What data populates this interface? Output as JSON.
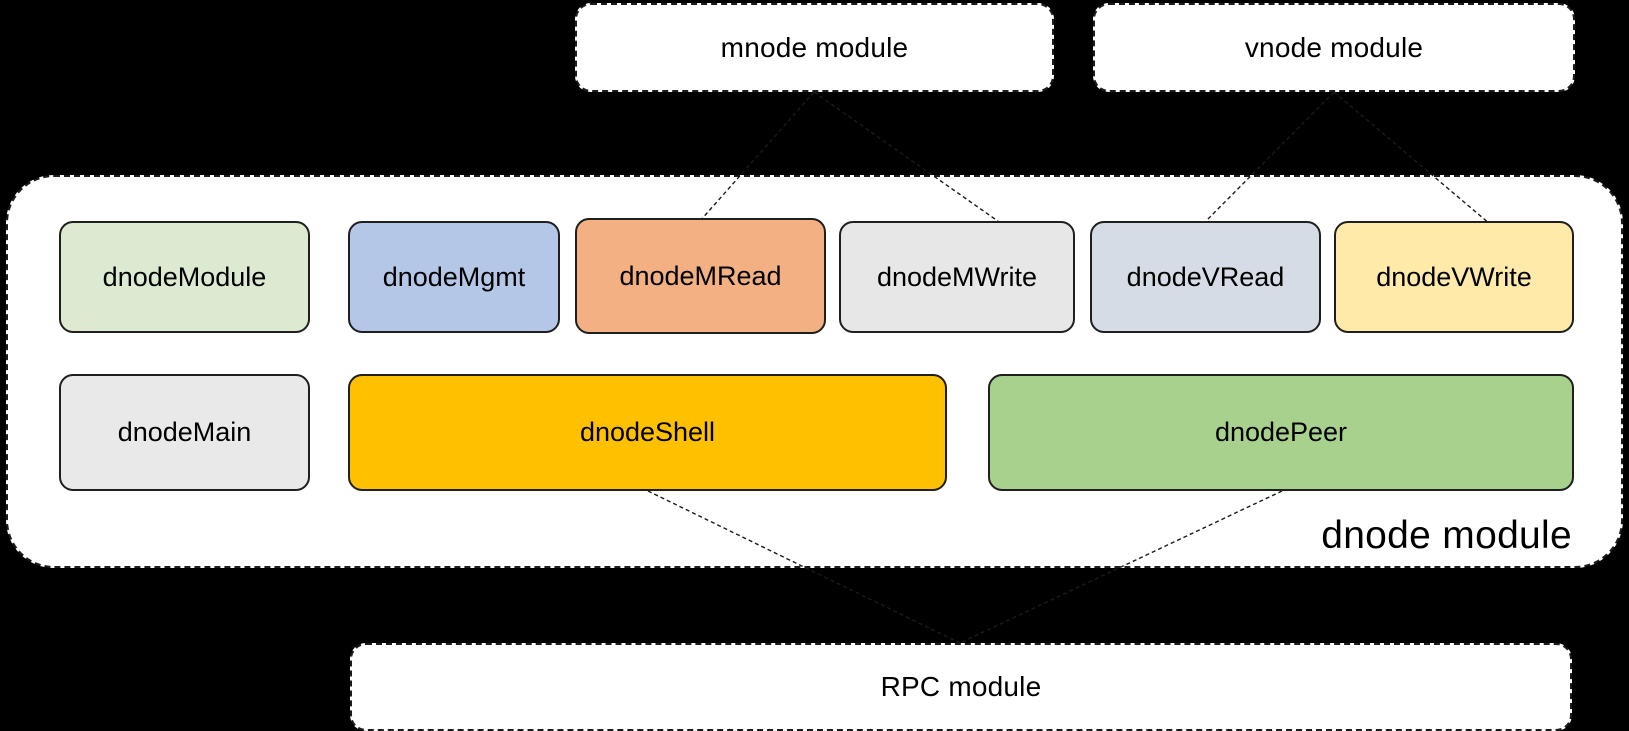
{
  "modules": {
    "mnode": {
      "label": "mnode module"
    },
    "vnode": {
      "label": "vnode module"
    },
    "dnode": {
      "label": "dnode module"
    },
    "rpc": {
      "label": "RPC module"
    }
  },
  "dnode_components": {
    "row1": [
      {
        "id": "dnodeModule",
        "label": "dnodeModule",
        "fill": "#dcead2"
      },
      {
        "id": "dnodeMgmt",
        "label": "dnodeMgmt",
        "fill": "#b4c7e7"
      },
      {
        "id": "dnodeMRead",
        "label": "dnodeMRead",
        "fill": "#f2b083"
      },
      {
        "id": "dnodeMWrite",
        "label": "dnodeMWrite",
        "fill": "#e7e7e7"
      },
      {
        "id": "dnodeVRead",
        "label": "dnodeVRead",
        "fill": "#d5dce6"
      },
      {
        "id": "dnodeVWrite",
        "label": "dnodeVWrite",
        "fill": "#ffeaa9"
      }
    ],
    "row2": [
      {
        "id": "dnodeMain",
        "label": "dnodeMain",
        "fill": "#e9e9e9"
      },
      {
        "id": "dnodeShell",
        "label": "dnodeShell",
        "fill": "#ffc000"
      },
      {
        "id": "dnodePeer",
        "label": "dnodePeer",
        "fill": "#a9d18e"
      }
    ]
  },
  "connections": [
    {
      "from": "mnode",
      "to": "dnodeMRead"
    },
    {
      "from": "mnode",
      "to": "dnodeMWrite"
    },
    {
      "from": "vnode",
      "to": "dnodeVRead"
    },
    {
      "from": "vnode",
      "to": "dnodeVWrite"
    },
    {
      "from": "dnodeShell",
      "to": "rpc"
    },
    {
      "from": "dnodePeer",
      "to": "rpc"
    }
  ],
  "colors": {
    "background": "#000000",
    "module_fill": "#ffffff",
    "border": "#1c1c1c",
    "text": "#000000"
  }
}
